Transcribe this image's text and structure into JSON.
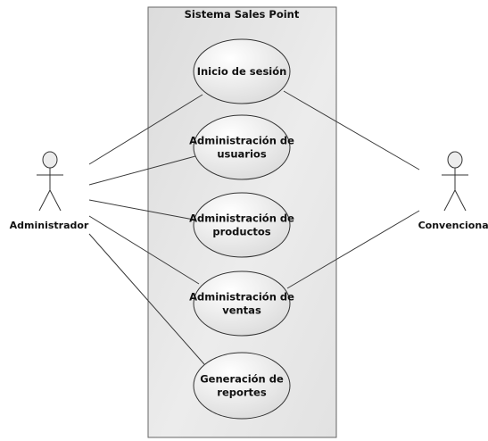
{
  "system": {
    "title": "Sistema Sales Point"
  },
  "actors": [
    {
      "id": "admin",
      "label": "Administrador"
    },
    {
      "id": "conv",
      "label": "Convencional"
    }
  ],
  "use_cases": [
    {
      "id": "login",
      "lines": [
        "Inicio de sesión"
      ]
    },
    {
      "id": "users",
      "lines": [
        "Administración de",
        "usuarios"
      ]
    },
    {
      "id": "products",
      "lines": [
        "Administración de",
        "productos"
      ]
    },
    {
      "id": "sales",
      "lines": [
        "Administración de",
        "ventas"
      ]
    },
    {
      "id": "reports",
      "lines": [
        "Generación de",
        "reportes"
      ]
    }
  ],
  "associations": [
    {
      "from": "admin",
      "to": "login"
    },
    {
      "from": "admin",
      "to": "users"
    },
    {
      "from": "admin",
      "to": "products"
    },
    {
      "from": "admin",
      "to": "sales"
    },
    {
      "from": "admin",
      "to": "reports"
    },
    {
      "from": "conv",
      "to": "login"
    },
    {
      "from": "conv",
      "to": "sales"
    }
  ],
  "colors": {
    "system_fill": "#e4e4e4",
    "system_border": "#666666",
    "usecase_fill_light": "#ffffff",
    "usecase_fill_dark": "#dcdcdc",
    "line": "#3a3a3a"
  }
}
